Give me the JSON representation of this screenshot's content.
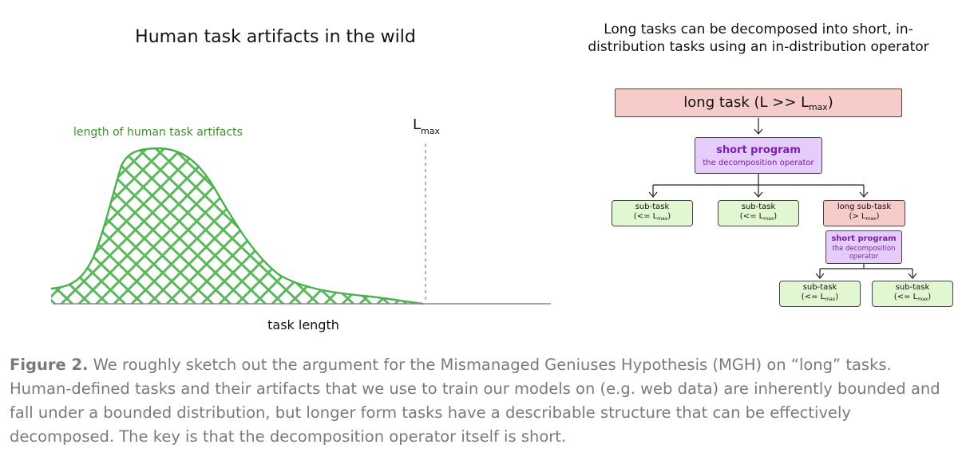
{
  "left_panel": {
    "title": "Human task artifacts in the wild",
    "curve_label": "length of human task artifacts",
    "lmax_base": "L",
    "lmax_sub": "max",
    "x_axis_label": "task length"
  },
  "right_panel": {
    "title_line1": "Long tasks can be decomposed into short, in-",
    "title_line2": "distribution tasks using an in-distribution operator",
    "long_task": {
      "pre": "long task (L >> L",
      "sub": "max",
      "post": ")"
    },
    "short_program": {
      "title": "short program",
      "subtitle": "the decomposition operator"
    },
    "subtask_a": {
      "line1": "sub-task",
      "pre": "(<= L",
      "sub": "max",
      "post": ")"
    },
    "subtask_b": {
      "line1": "sub-task",
      "pre": "(<= L",
      "sub": "max",
      "post": ")"
    },
    "long_subtask": {
      "line1": "long sub-task",
      "pre": "(> L",
      "sub": "max",
      "post": ")"
    },
    "short_program_2": {
      "title": "short program",
      "subtitle_l1": "the decomposition",
      "subtitle_l2": "operator"
    },
    "subtask_c": {
      "line1": "sub-task",
      "pre": "(<= L",
      "sub": "max",
      "post": ")"
    },
    "subtask_d": {
      "line1": "sub-task",
      "pre": "(<= L",
      "sub": "max",
      "post": ")"
    }
  },
  "caption": {
    "figure_label": "Figure 2.",
    "text": " We roughly sketch out the argument for the Mismanaged Geniuses Hypothesis (MGH) on “long” tasks. Human-defined tasks and their artifacts that we use to train our models on (e.g. web data) are inherently bounded and fall under a bounded distribution, but longer form tasks have a describable structure that can be effectively decomposed. The key is that the decomposition operator itself is short."
  },
  "colors": {
    "curve_green": "#4caf50",
    "label_green": "#3f8f2a",
    "red_box": "#f6cccb",
    "purple_box": "#e6ccfb",
    "purple_text": "#7b1fb0",
    "green_box": "#e1f7d2",
    "caption_gray": "#7a7a7a"
  }
}
